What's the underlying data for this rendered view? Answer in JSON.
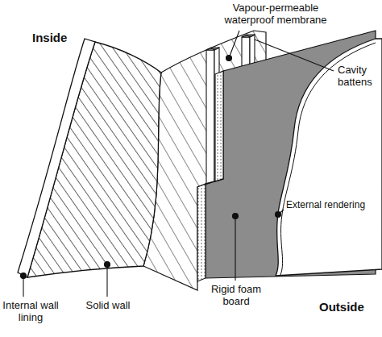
{
  "diagram": {
    "labels": [
      "Inside",
      "Vapour-permeable waterproof membrane",
      "Cavity battens",
      "External rendering",
      "Outside",
      "Rigid foam board",
      "Solid wall",
      "Internal wall lining"
    ]
  }
}
